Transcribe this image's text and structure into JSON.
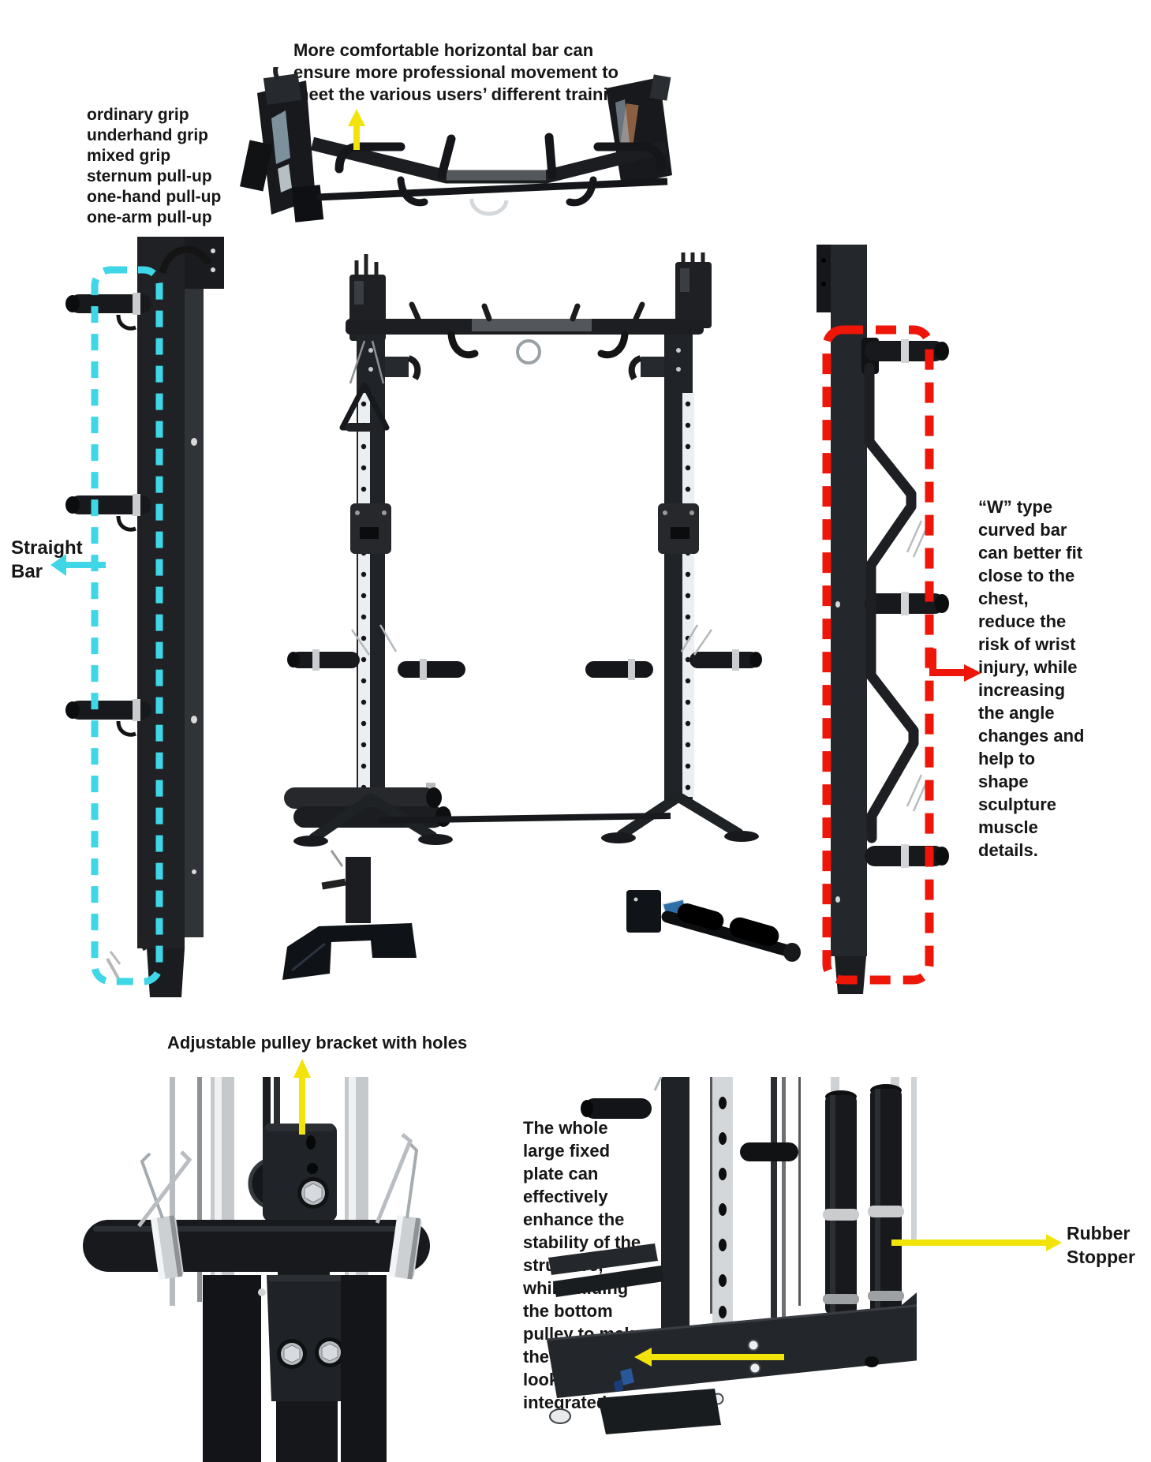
{
  "colors": {
    "highlight_cyan": "#3fd7e8",
    "highlight_red": "#ee1509",
    "callout_yellow": "#f2e40a",
    "ink": "#161616",
    "equipment_black": "#1b1d1f",
    "background": "#ffffff"
  },
  "annotations": {
    "grip_list_lines": [
      "ordinary grip",
      "underhand grip",
      "mixed grip",
      "sternum pull-up",
      "one-hand pull-up",
      "one-arm pull-up"
    ],
    "top_note_lines": [
      "More comfortable horizontal bar can",
      "ensure more professional movement to",
      "meet the various users’ different training."
    ],
    "straight_bar_lines": [
      "Straight",
      "Bar"
    ],
    "w_bar_note_lines": [
      "“W” type",
      "curved bar",
      "can better fit",
      "close to the",
      "chest,",
      "reduce the",
      "risk of wrist",
      "injury, while",
      "increasing",
      "the angle",
      "changes and",
      "help to",
      "shape",
      "sculpture",
      "muscle",
      "details."
    ],
    "bracket_label": "Adjustable pulley bracket with holes",
    "plate_note_lines": [
      "The whole",
      "large fixed",
      "plate can",
      "effectively",
      "enhance the",
      "stability of the",
      "structure,",
      "while  hiding",
      "the bottom",
      "pulley to make",
      "the machine",
      "look more",
      "integrated."
    ],
    "rubber_stopper_lines": [
      "Rubber",
      "Stopper"
    ]
  }
}
